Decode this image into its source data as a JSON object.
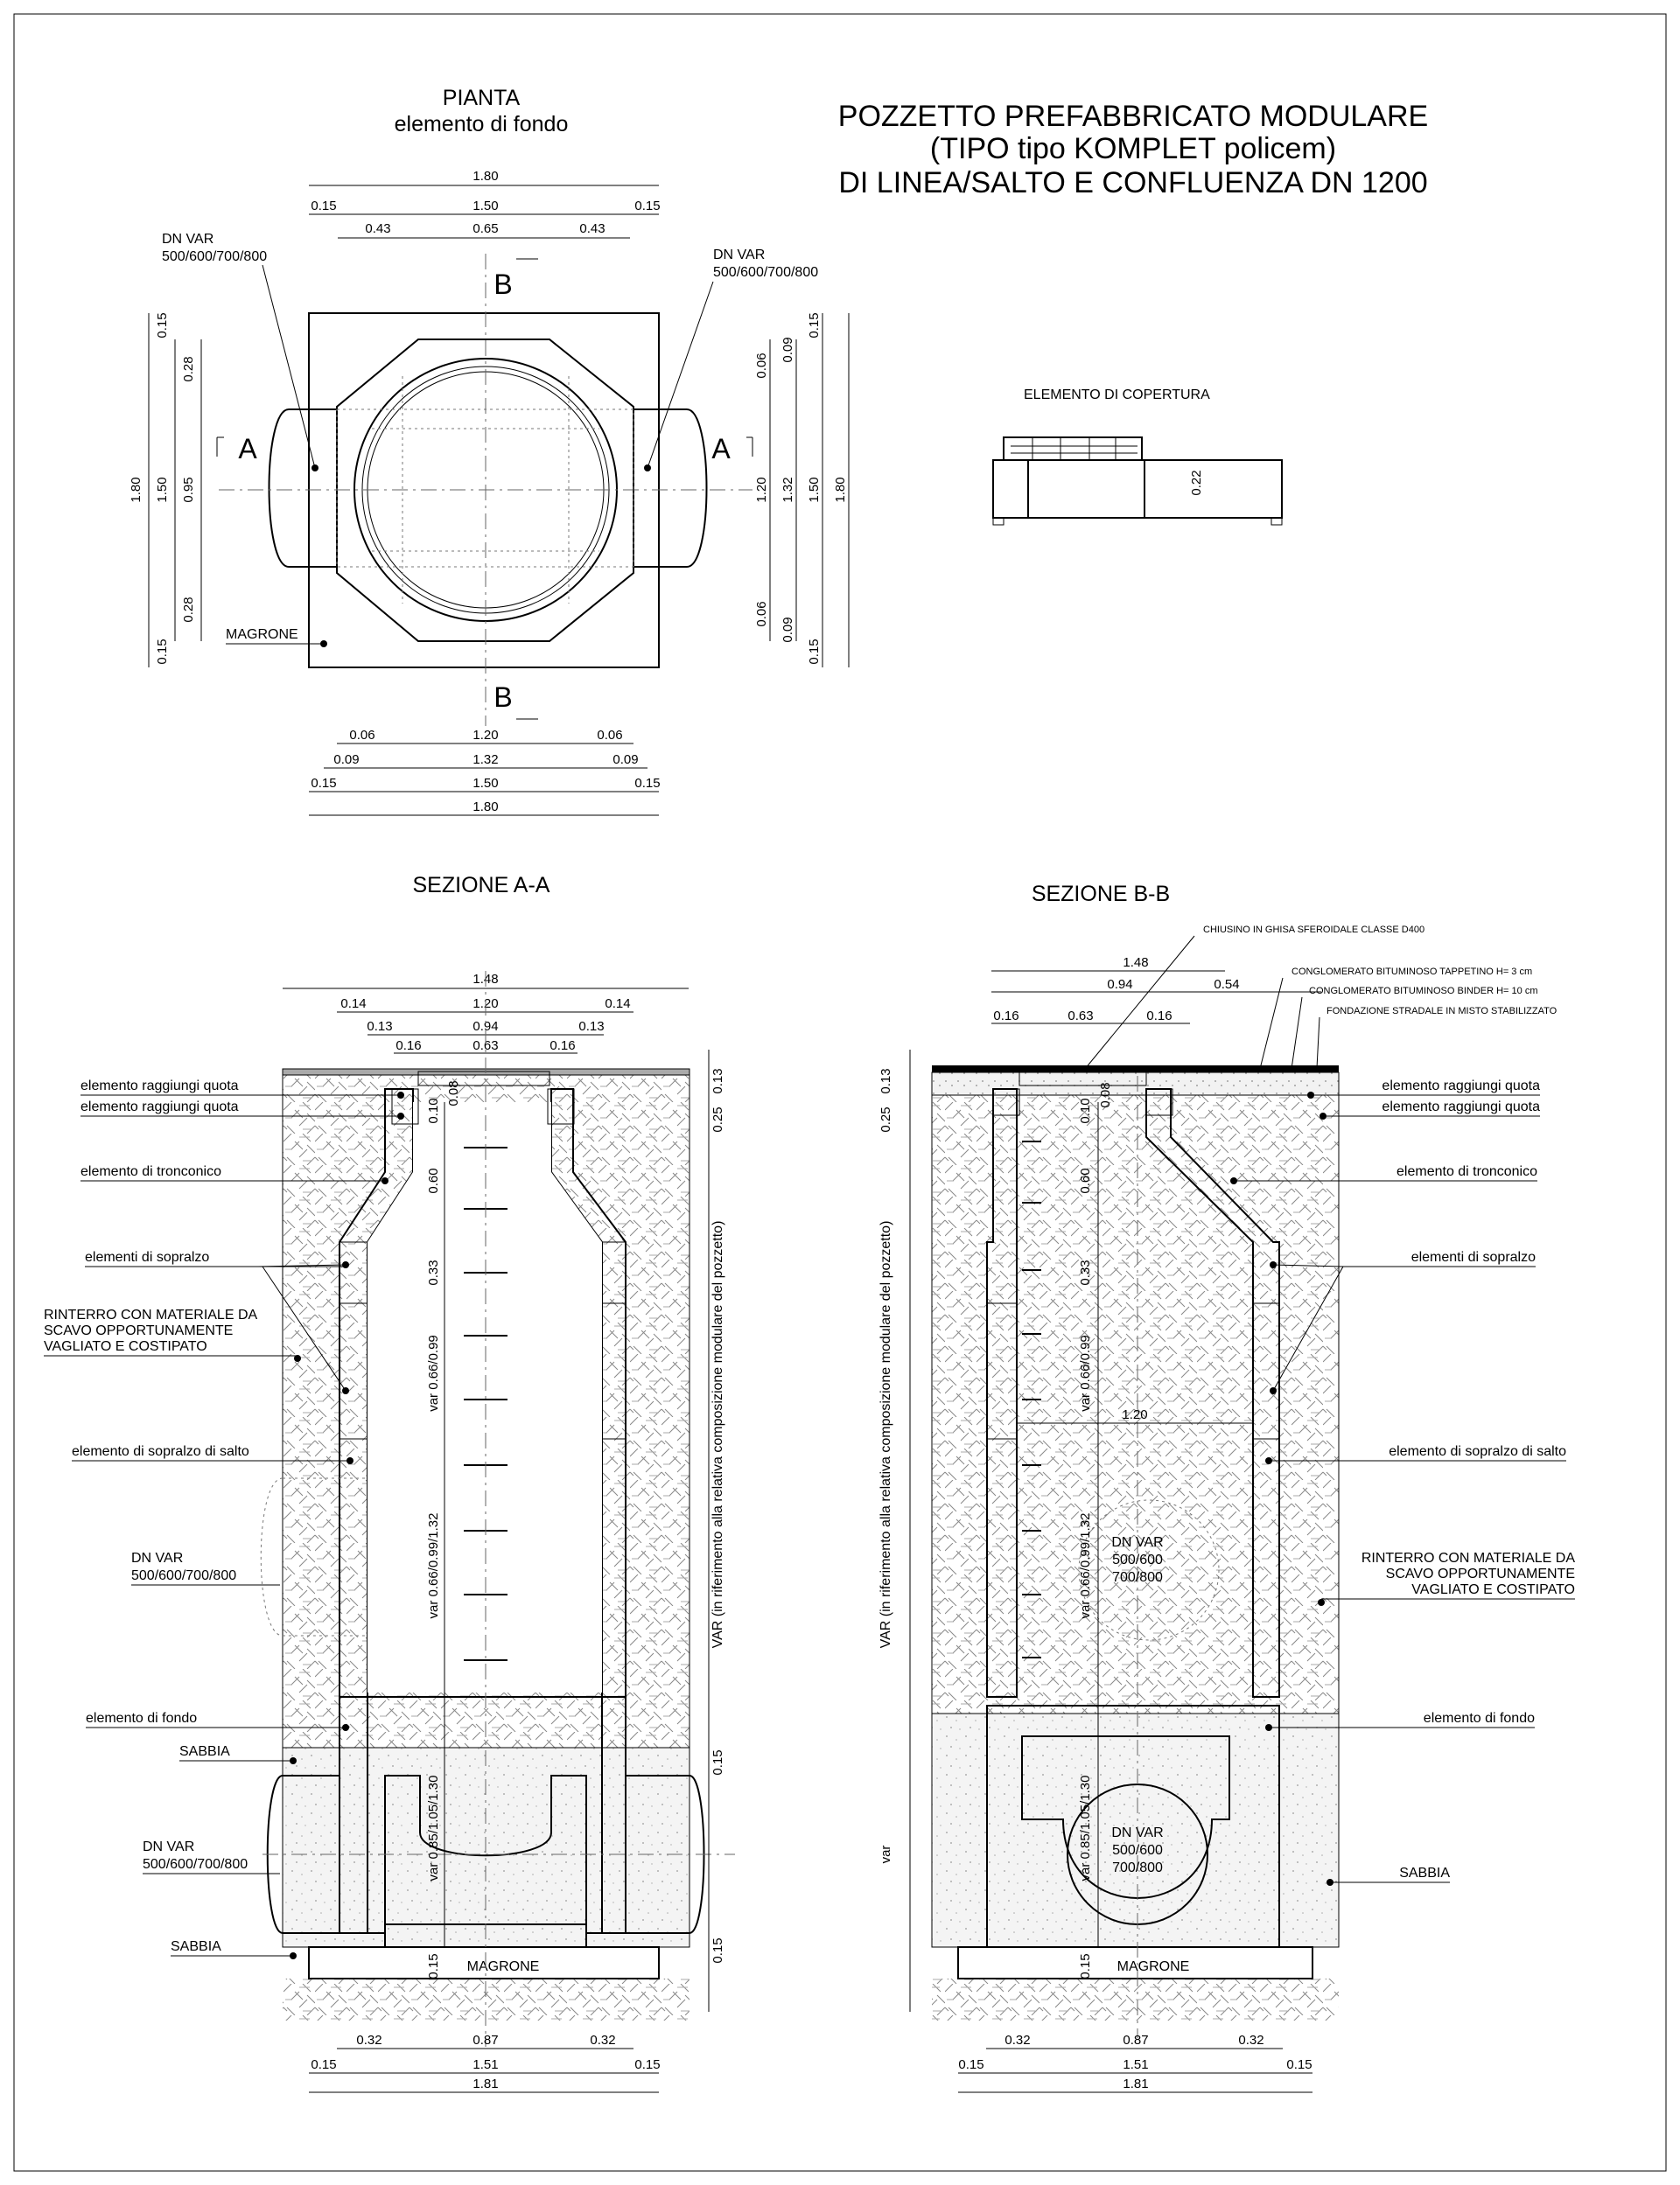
{
  "title": {
    "line1": "POZZETTO PREFABBRICATO MODULARE",
    "line2": "(TIPO tipo KOMPLET policem)",
    "line3": "DI LINEA/SALTO E CONFLUENZA DN 1200"
  },
  "pianta": {
    "heading": "PIANTA",
    "subheading": "elemento di fondo",
    "pipe_label_left": [
      "DN VAR",
      "500/600/700/800"
    ],
    "pipe_label_right": [
      "DN VAR",
      "500/600/700/800"
    ],
    "section_a": "A",
    "section_b": "B",
    "magrone": "MAGRONE",
    "dims_top": {
      "total": "1.80",
      "side": "0.15",
      "inner": "1.50",
      "left": "0.43",
      "center": "0.65",
      "right": "0.43"
    },
    "dims_bottom": {
      "r1_side": "0.06",
      "r1_center": "1.20",
      "r2_side": "0.09",
      "r2_center": "1.32",
      "r3_side": "0.15",
      "r3_center": "1.50",
      "total": "1.80"
    },
    "dims_left": {
      "total": "1.80",
      "inner": "1.50",
      "center": "0.95",
      "side": "0.15",
      "sub": "0.28"
    },
    "dims_right": {
      "a": "0.06",
      "b": "0.09",
      "c": "0.15",
      "d": "1.20",
      "e": "1.32",
      "f": "1.50",
      "g": "1.80"
    }
  },
  "copertura": {
    "heading": "ELEMENTO DI COPERTURA",
    "dim": "0.22"
  },
  "sezione_aa": {
    "heading": "SEZIONE A-A",
    "dims_top": {
      "total": "1.48",
      "r1_side": "0.14",
      "r1_center": "1.20",
      "r2_side": "0.13",
      "r2_center": "0.94",
      "r3_side": "0.16",
      "r3_center": "0.63"
    },
    "labels": {
      "raggiungi1": "elemento raggiungi quota",
      "raggiungi2": "elemento raggiungi quota",
      "tronconico": "elemento di tronconico",
      "sopralzo": "elementi di sopralzo",
      "rinterro": [
        "RINTERRO CON MATERIALE DA",
        "SCAVO OPPORTUNAMENTE",
        "VAGLIATO E COSTIPATO"
      ],
      "sopralzo_salto": "elemento di sopralzo di salto",
      "dn_var": [
        "DN VAR",
        "500/600/700/800"
      ],
      "fondo": "elemento di fondo",
      "sabbia1": "SABBIA",
      "dn_var2": [
        "DN VAR",
        "500/600/700/800"
      ],
      "sabbia2": "SABBIA",
      "magrone": "MAGRONE"
    },
    "vertical_dims": {
      "d008": "0.08",
      "d010": "0.10",
      "d060": "0.60",
      "d033": "0.33",
      "var1": "var 0.66/0.99",
      "var2": "var 0.66/0.99/1.32",
      "var3": "var 0.85/1.05/1.30",
      "d015": "0.15"
    },
    "right_dims": {
      "d013": "0.13",
      "d025": "0.25",
      "var": "VAR (in riferimento alla relativa composizione modulare del pozzetto)",
      "d015a": "0.15",
      "d015b": "0.15"
    },
    "dims_bottom": {
      "r1_side": "0.32",
      "r1_center": "0.87",
      "r2_side": "0.15",
      "r2_center": "1.51",
      "total": "1.81"
    }
  },
  "sezione_bb": {
    "heading": "SEZIONE B-B",
    "notes": [
      "CHIUSINO IN GHISA SFEROIDALE CLASSE D400",
      "CONGLOMERATO BITUMINOSO TAPPETINO H= 3 cm",
      "CONGLOMERATO BITUMINOSO BINDER H= 10 cm",
      "FONDAZIONE STRADALE IN MISTO STABILIZZATO"
    ],
    "dims_top": {
      "total": "1.48",
      "r1_left": "0.94",
      "r1_right": "0.54",
      "r2_left": "0.16",
      "r2_center": "0.63",
      "r2_right": "0.16"
    },
    "labels": {
      "raggiungi1": "elemento raggiungi quota",
      "raggiungi2": "elemento raggiungi quota",
      "tronconico": "elemento di tronconico",
      "sopralzo": "elementi di sopralzo",
      "sopralzo_salto": "elemento di sopralzo di salto",
      "rinterro": [
        "RINTERRO CON MATERIALE DA",
        "SCAVO OPPORTUNAMENTE",
        "VAGLIATO E COSTIPATO"
      ],
      "fondo": "elemento di fondo",
      "sabbia": "SABBIA",
      "magrone": "MAGRONE",
      "dn1": [
        "DN VAR",
        "500/600",
        "700/800"
      ],
      "dn2": [
        "DN VAR",
        "500/600",
        "700/800"
      ]
    },
    "vertical_dims": {
      "d008": "0.08",
      "d010": "0.10",
      "d060": "0.60",
      "d033": "0.33",
      "var1": "var 0.66/0.99",
      "d120": "1.20",
      "var2": "var 0.66/0.99/1.32",
      "var3": "var 0.85/1.05/1.30",
      "d015": "0.15"
    },
    "left_dims": {
      "d013": "0.13",
      "d025": "0.25",
      "var_long": "VAR (in riferimento alla relativa composizione modulare del pozzetto)",
      "var": "var"
    },
    "dims_bottom": {
      "r1_side": "0.32",
      "r1_center": "0.87",
      "r2_side": "0.15",
      "r2_center": "1.51",
      "total": "1.81"
    }
  }
}
